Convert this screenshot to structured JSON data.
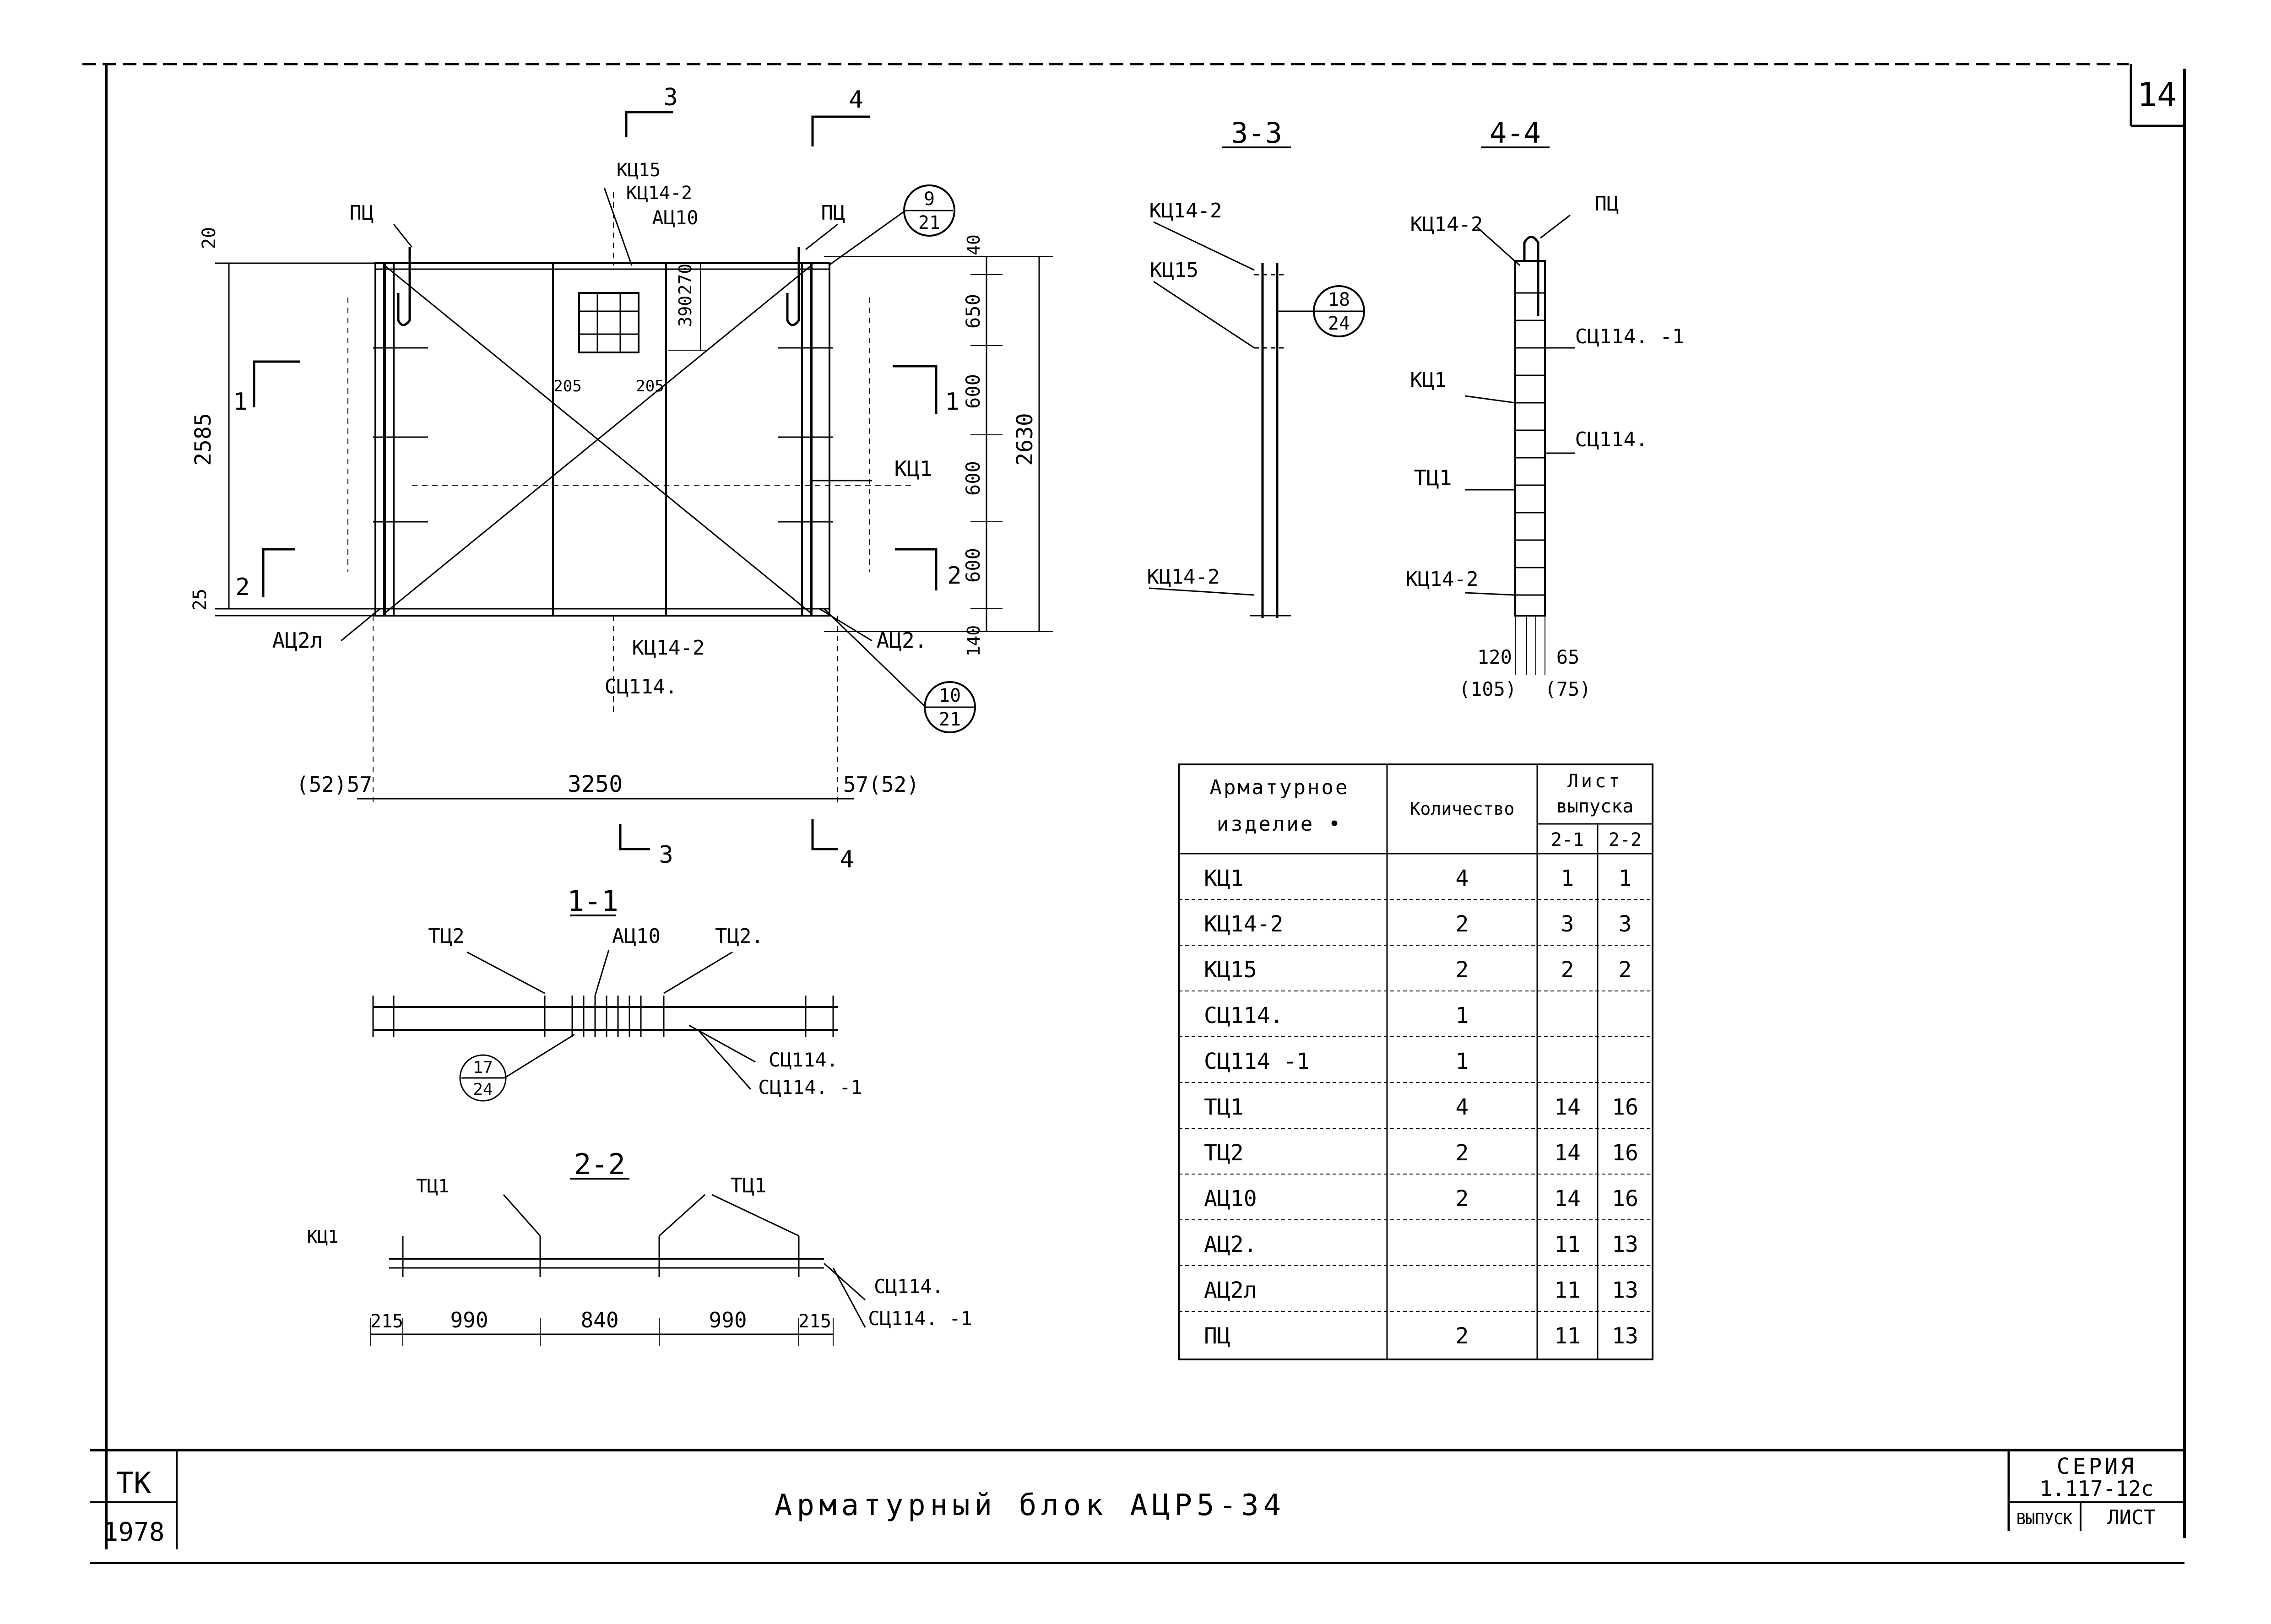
{
  "sheet": {
    "number": "14",
    "title": "Арматурный блок АЦР5-34",
    "org": "ТК",
    "year": "1978",
    "series_label": "СЕРИЯ",
    "series_value": "1.117-12с",
    "issue_label": "ВЫПУСК",
    "sheet_label": "ЛИСТ"
  },
  "plan": {
    "cut3_top": "3",
    "cut4_top": "4",
    "cut3_bottom": "3",
    "cut4_bottom": "4",
    "cut1_left": "1",
    "cut1_right": "1",
    "cut2_left": "2",
    "cut2_right": "2",
    "lbl_pc_left": "ПЦ",
    "lbl_pc_right": "ПЦ",
    "lbl_kc15": "КЦ15",
    "lbl_kc142_top": "КЦ14-2",
    "lbl_ac10": "АЦ10",
    "lbl_kc1": "КЦ1",
    "lbl_ac2l": "АЦ2л",
    "lbl_ac2": "АЦ2.",
    "lbl_kc142_bottom": "КЦ14-2",
    "lbl_sc114": "СЦ114.",
    "callout_a_top": "9",
    "callout_a_bottom": "21",
    "callout_b_top": "10",
    "callout_b_bottom": "21",
    "dim_20": "20",
    "dim_2585": "2585",
    "dim_25": "25",
    "dim_390": "390",
    "dim_270": "270",
    "dim_205a": "205",
    "dim_205b": "205",
    "dim_40": "40",
    "dim_650": "650",
    "dim_600a": "600",
    "dim_600b": "600",
    "dim_600c": "600",
    "dim_140": "140",
    "dim_2630": "2630",
    "dim_left": "(52)57",
    "dim_3250": "3250",
    "dim_right": "57(52)"
  },
  "sec33": {
    "title": "3-3",
    "lbl_kc142_top": "КЦ14-2",
    "lbl_kc15": "КЦ15",
    "lbl_kc142_bottom": "КЦ14-2",
    "callout_top": "18",
    "callout_bottom": "24"
  },
  "sec44": {
    "title": "4-4",
    "lbl_kc142_top": "КЦ14-2",
    "lbl_pc": "ПЦ",
    "lbl_sc114_1": "СЦ114. -1",
    "lbl_kc1": "КЦ1",
    "lbl_sc114": "СЦ114.",
    "lbl_tc1": "ТЦ1",
    "lbl_kc142_bottom": "КЦ14-2",
    "dim_120": "120",
    "dim_105": "(105)",
    "dim_65": "65",
    "dim_75": "(75)"
  },
  "sec11": {
    "title": "1-1",
    "lbl_tc2_left": "ТЦ2",
    "lbl_ac10": "АЦ10",
    "lbl_tc2_right": "ТЦ2.",
    "lbl_sc114": "СЦ114.",
    "lbl_sc114_1": "СЦ114. -1",
    "callout_top": "17",
    "callout_bottom": "24"
  },
  "sec22": {
    "title": "2-2",
    "lbl_tc1_left": "ТЦ1",
    "lbl_tc1_right": "ТЦ1",
    "lbl_kc1": "КЦ1",
    "lbl_sc114": "СЦ114.",
    "lbl_sc114_1": "СЦ114. -1",
    "dim_215a": "215",
    "dim_990a": "990",
    "dim_840": "840",
    "dim_990b": "990",
    "dim_215b": "215"
  },
  "table": {
    "header_item_1": "Арматурное",
    "header_item_2": "изделие •",
    "header_qty": "Количество",
    "header_sheet_1": "Лист",
    "header_sheet_2": "выпуска",
    "header_v1": "2-1",
    "header_v2": "2-2",
    "rows": [
      {
        "item": "КЦ1",
        "qty": "4",
        "v1": "1",
        "v2": "1"
      },
      {
        "item": "КЦ14-2",
        "qty": "2",
        "v1": "3",
        "v2": "3"
      },
      {
        "item": "КЦ15",
        "qty": "2",
        "v1": "2",
        "v2": "2"
      },
      {
        "item": "СЦ114.",
        "qty": "1",
        "v1": "",
        "v2": ""
      },
      {
        "item": "СЦ114 -1",
        "qty": "1",
        "v1": "",
        "v2": ""
      },
      {
        "item": "ТЦ1",
        "qty": "4",
        "v1": "14",
        "v2": "16"
      },
      {
        "item": "ТЦ2",
        "qty": "2",
        "v1": "14",
        "v2": "16"
      },
      {
        "item": "АЦ10",
        "qty": "2",
        "v1": "14",
        "v2": "16"
      },
      {
        "item": "АЦ2.",
        "qty": "",
        "v1": "11",
        "v2": "13"
      },
      {
        "item": "АЦ2л",
        "qty": "",
        "v1": "11",
        "v2": "13"
      },
      {
        "item": "ПЦ",
        "qty": "2",
        "v1": "11",
        "v2": "13"
      }
    ]
  }
}
